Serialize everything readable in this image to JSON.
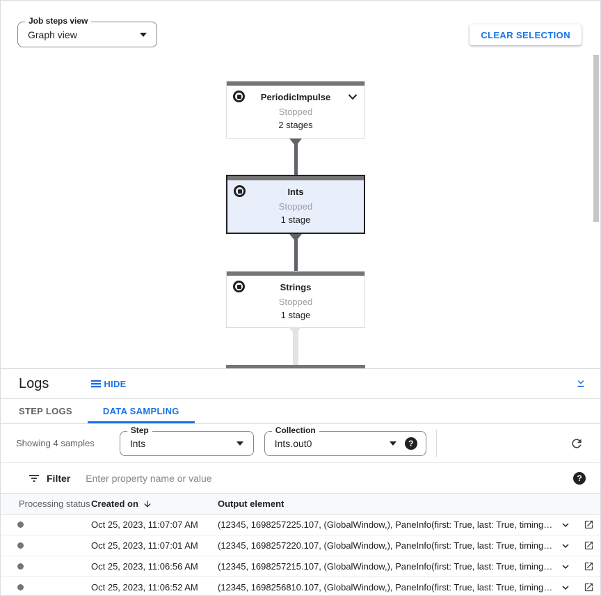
{
  "colors": {
    "accent_blue": "#1a73e8",
    "node_bar_gray": "#757575",
    "selected_node_bg": "#e8eefa",
    "edge_dark": "#5f6368",
    "edge_light": "#e3e3e3",
    "text_gray": "#5f6368",
    "text_dark": "#202124"
  },
  "toolbar": {
    "job_steps_view": {
      "label": "Job steps view",
      "value": "Graph view"
    },
    "clear_selection_label": "CLEAR SELECTION"
  },
  "graph": {
    "nodes": [
      {
        "title": "PeriodicImpulse",
        "status": "Stopped",
        "stages": "2 stages"
      },
      {
        "title": "Ints",
        "status": "Stopped",
        "stages": "1 stage"
      },
      {
        "title": "Strings",
        "status": "Stopped",
        "stages": "1 stage"
      }
    ]
  },
  "logs": {
    "title": "Logs",
    "hide_label": "HIDE",
    "tabs": [
      {
        "label": "STEP LOGS"
      },
      {
        "label": "DATA SAMPLING"
      }
    ],
    "samples_count": "Showing 4 samples",
    "step_select": {
      "label": "Step",
      "value": "Ints"
    },
    "collection_select": {
      "label": "Collection",
      "value": "Ints.out0"
    },
    "help_glyph": "?",
    "filter": {
      "label": "Filter",
      "placeholder": "Enter property name or value"
    },
    "table": {
      "columns": {
        "c1": "Processing status",
        "c2": "Created on",
        "c3": "Output element"
      },
      "rows": [
        {
          "created_on": "Oct 25, 2023, 11:07:07 AM",
          "output": "(12345, 1698257225.107, (GlobalWindow,), PaneInfo(first: True, last: True, timing…"
        },
        {
          "created_on": "Oct 25, 2023, 11:07:01 AM",
          "output": "(12345, 1698257220.107, (GlobalWindow,), PaneInfo(first: True, last: True, timing…"
        },
        {
          "created_on": "Oct 25, 2023, 11:06:56 AM",
          "output": "(12345, 1698257215.107, (GlobalWindow,), PaneInfo(first: True, last: True, timing…"
        },
        {
          "created_on": "Oct 25, 2023, 11:06:52 AM",
          "output": "(12345, 1698256810.107, (GlobalWindow,), PaneInfo(first: True, last: True, timing…"
        }
      ]
    }
  }
}
